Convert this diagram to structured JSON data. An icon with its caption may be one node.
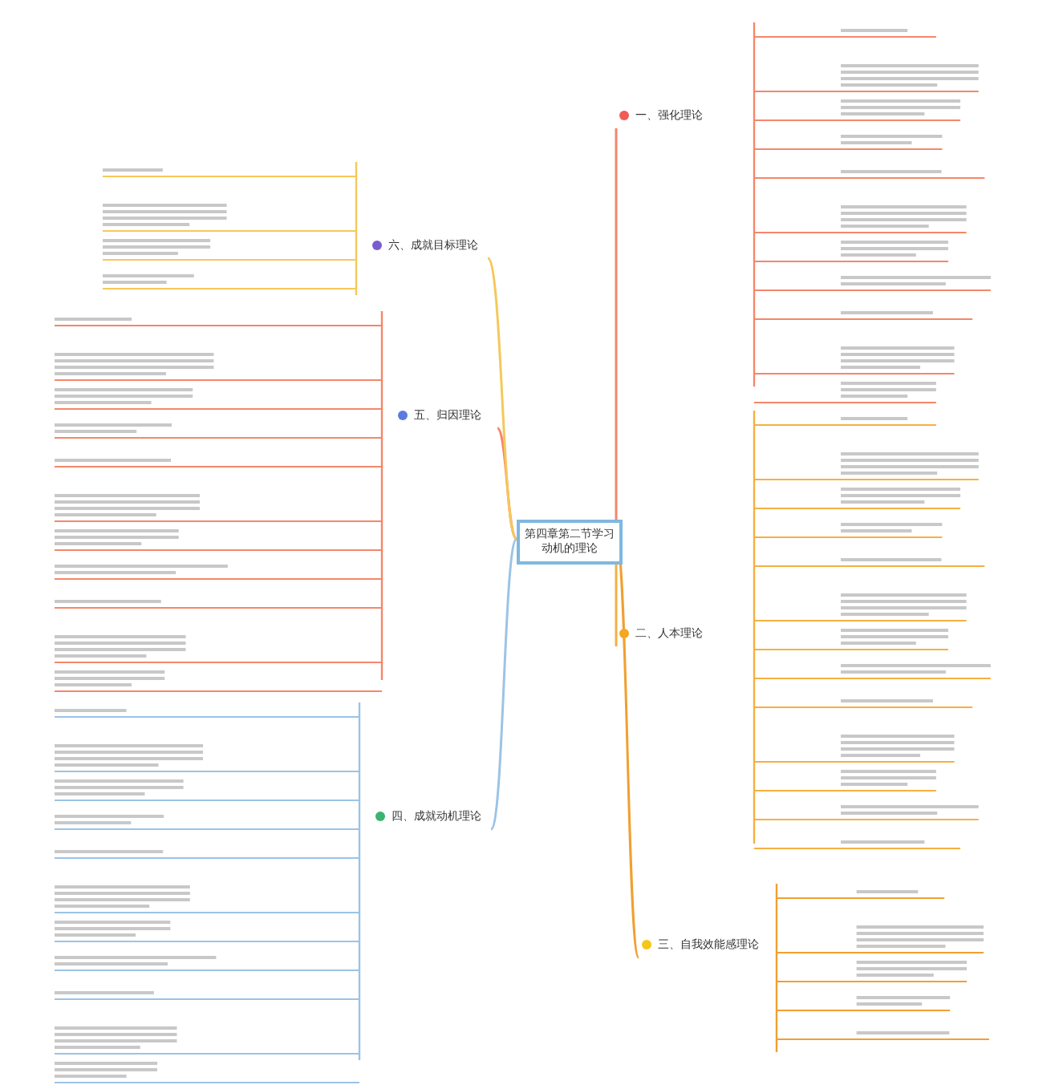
{
  "diagram": {
    "nodes": [
      {
        "text": [
          "第四章第二节学习动机的理论"
        ]
      },
      {
        "text": [
          "一、强化理论"
        ]
      },
      {
        "text": [
          "二、人本理论"
        ]
      },
      {
        "text": [
          "三、自我效能感理论"
        ]
      },
      {
        "text": [
          "四、成就动机理论"
        ]
      },
      {
        "text": [
          "五、归因理论"
        ]
      },
      {
        "text": [
          "六、成就目标理论"
        ]
      }
    ],
    "edges": [
      {
        "from": 0,
        "to": 1,
        "arrow": "none",
        "color": "#f4876a"
      },
      {
        "from": 0,
        "to": 2,
        "arrow": "none",
        "color": "#f5b041"
      },
      {
        "from": 0,
        "to": 3,
        "arrow": "none",
        "color": "#f0a030"
      },
      {
        "from": 0,
        "to": 4,
        "arrow": "none",
        "color": "#9cc3e6"
      },
      {
        "from": 0,
        "to": 5,
        "arrow": "none",
        "color": "#f4876a"
      },
      {
        "from": 0,
        "to": 6,
        "arrow": "none",
        "color": "#f5c85a"
      }
    ]
  }
}
